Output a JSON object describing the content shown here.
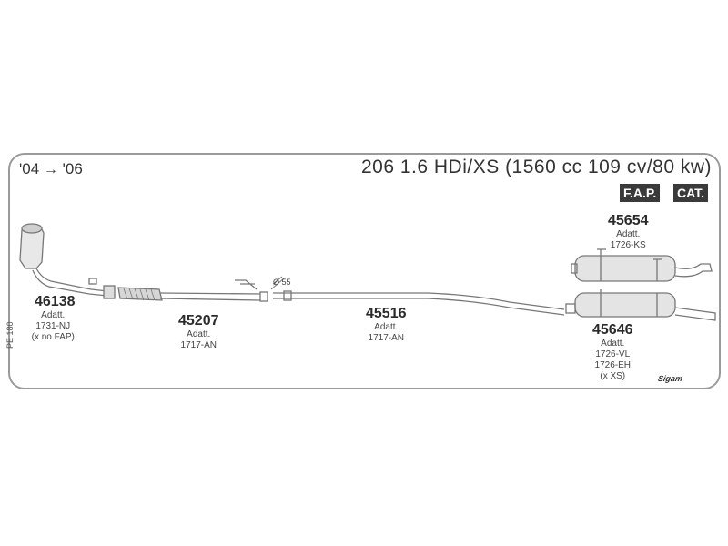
{
  "header": {
    "year_from": "'04",
    "arrow": "→",
    "year_to": "'06",
    "title": "206 1.6 HDi/XS (1560 cc 109 cv/80 kw)",
    "badges": [
      "F.A.P.",
      "CAT."
    ]
  },
  "diameter_label": "Ø 55",
  "parts": [
    {
      "number": "46138",
      "lines": [
        "Adatt.",
        "1731-NJ",
        "(x no FAP)"
      ]
    },
    {
      "number": "45207",
      "lines": [
        "Adatt.",
        "1717-AN"
      ]
    },
    {
      "number": "45516",
      "lines": [
        "Adatt.",
        "1717-AN"
      ]
    },
    {
      "number": "45654",
      "lines": [
        "Adatt.",
        "1726-KS"
      ]
    },
    {
      "number": "45646",
      "lines": [
        "Adatt.",
        "1726-VL",
        "1726-EH",
        "(x XS)"
      ]
    }
  ],
  "side_code": "PE 180",
  "brand": "Sigam"
}
